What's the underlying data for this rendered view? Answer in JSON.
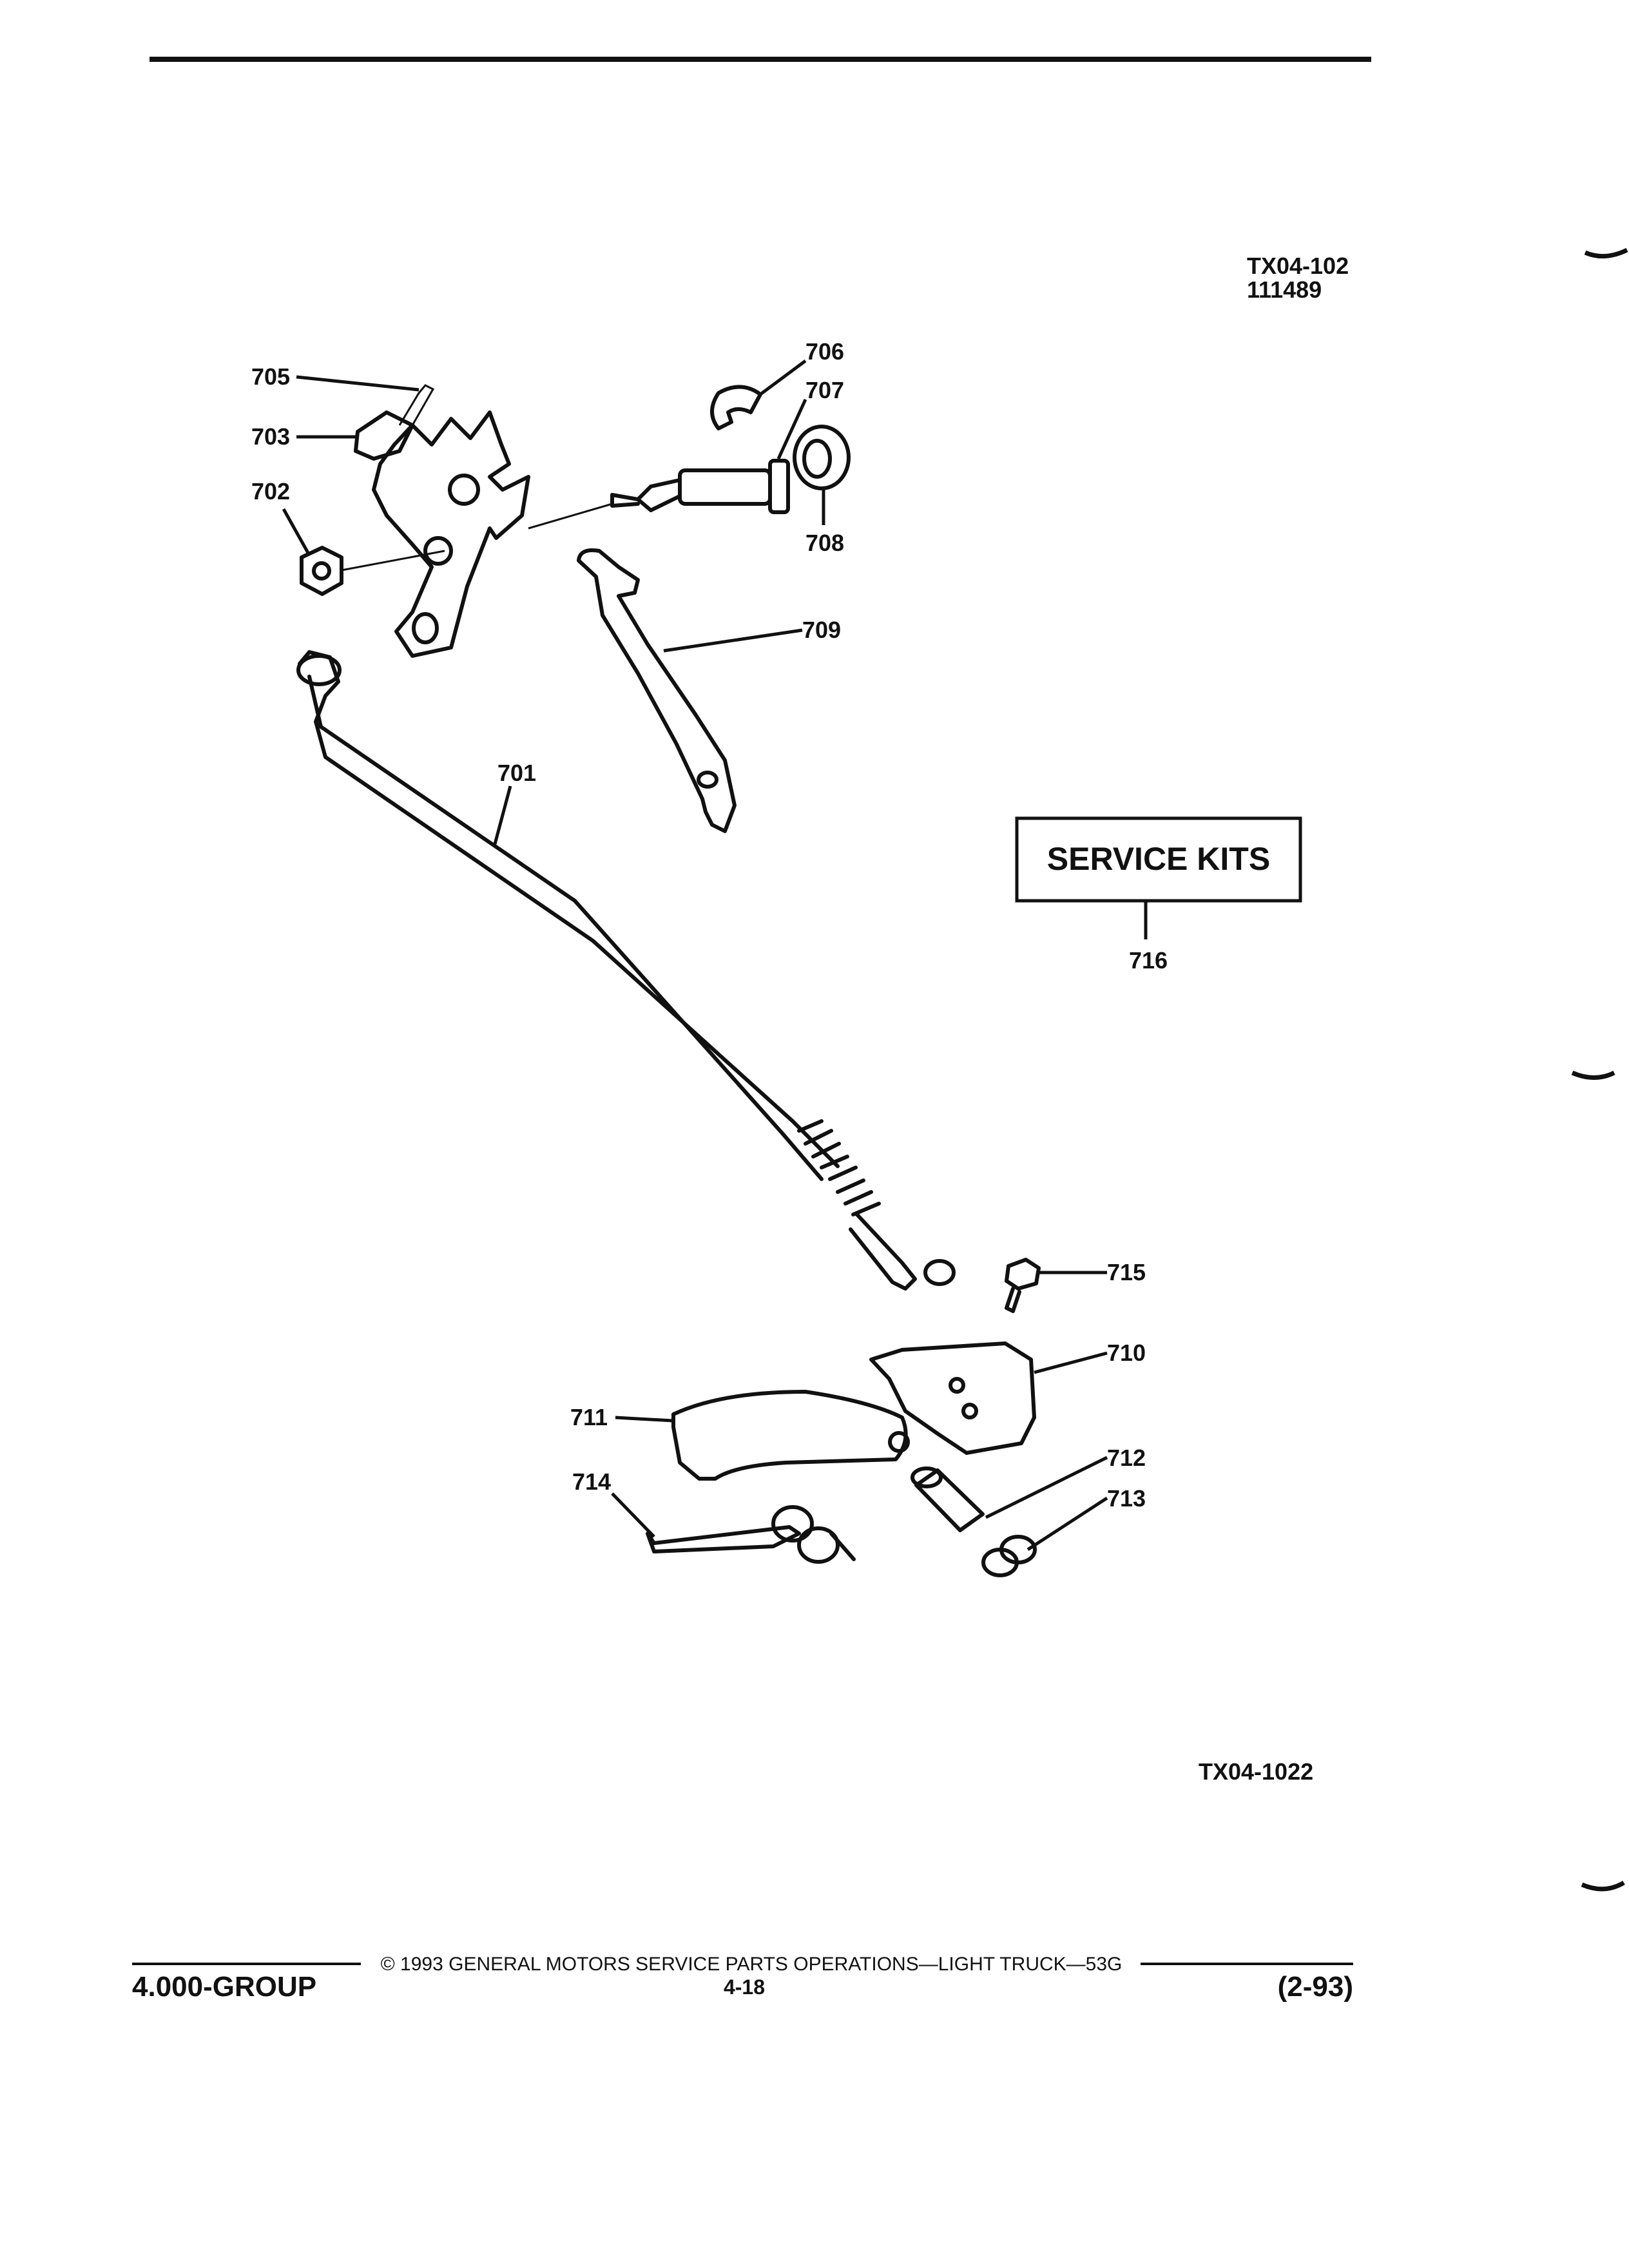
{
  "header": {
    "ref_code": "TX04-102",
    "ref_number": "111489"
  },
  "diagram": {
    "callouts": {
      "c701": "701",
      "c702": "702",
      "c703": "703",
      "c705": "705",
      "c706": "706",
      "c707": "707",
      "c708": "708",
      "c709": "709",
      "c710": "710",
      "c711": "711",
      "c712": "712",
      "c713": "713",
      "c714": "714",
      "c715": "715",
      "c716": "716"
    },
    "service_kits_label": "SERVICE KITS",
    "figure_id": "TX04-1022"
  },
  "footer": {
    "copyright": "© 1993 GENERAL MOTORS SERVICE PARTS OPERATIONS—LIGHT TRUCK—53G",
    "group": "4.000-GROUP",
    "page_number": "4-18",
    "date_code": "(2-93)"
  }
}
